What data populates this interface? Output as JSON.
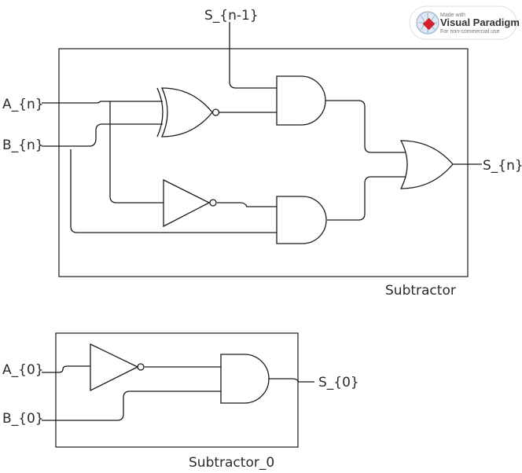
{
  "watermark": {
    "line1": "Made with",
    "line2": "Visual Paradigm",
    "line3": "For non-commercial use",
    "brand_color": "#d4202c"
  },
  "subtractor": {
    "title": "Subtractor",
    "inputs": {
      "a": "A_{n}",
      "b": "B_{n}",
      "s_prev": "S_{n-1}"
    },
    "output": "S_{n}"
  },
  "subtractor0": {
    "title": "Subtractor_0",
    "inputs": {
      "a": "A_{0}",
      "b": "B_{0}"
    },
    "output": "S_{0}"
  }
}
